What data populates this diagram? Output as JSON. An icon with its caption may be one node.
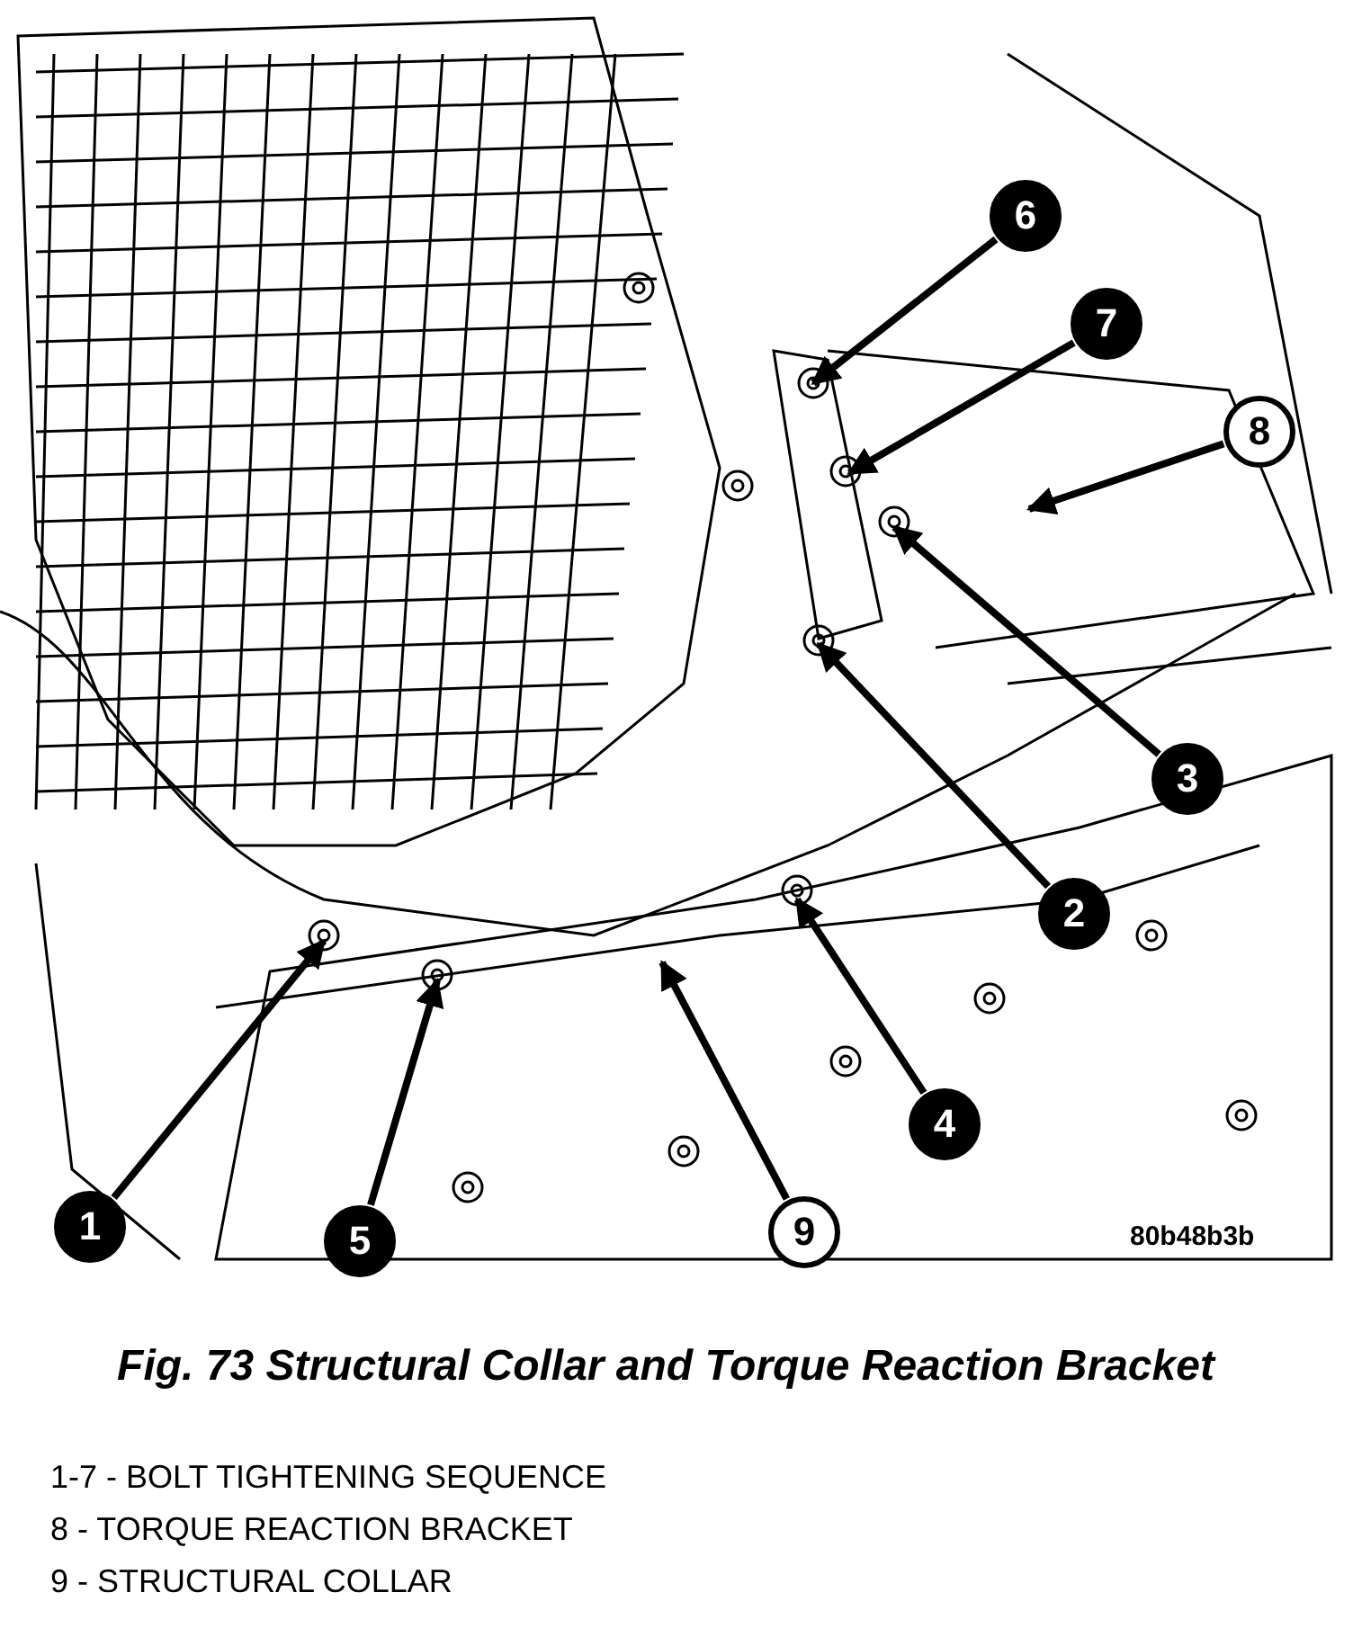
{
  "diagram": {
    "caption": "Fig. 73 Structural Collar and Torque Reaction Bracket",
    "nodes": [
      {
        "text": [
          "1"
        ]
      },
      {
        "text": [
          "2"
        ]
      },
      {
        "text": [
          "3"
        ]
      },
      {
        "text": [
          "4"
        ]
      },
      {
        "text": [
          "5"
        ]
      },
      {
        "text": [
          "6"
        ]
      },
      {
        "text": [
          "7"
        ]
      },
      {
        "text": [
          "8"
        ]
      },
      {
        "text": [
          "9"
        ]
      }
    ],
    "edges": [
      {
        "from": 0,
        "to": null,
        "arrow": "to"
      },
      {
        "from": 1,
        "to": null,
        "arrow": "to"
      },
      {
        "from": 2,
        "to": null,
        "arrow": "to"
      },
      {
        "from": 3,
        "to": null,
        "arrow": "to"
      },
      {
        "from": 4,
        "to": null,
        "arrow": "to"
      },
      {
        "from": 5,
        "to": null,
        "arrow": "to"
      },
      {
        "from": 6,
        "to": null,
        "arrow": "to"
      },
      {
        "from": 7,
        "to": null,
        "arrow": "to"
      },
      {
        "from": 8,
        "to": null,
        "arrow": "to"
      }
    ],
    "labels": [
      "80b48b3b",
      "1-7 - BOLT TIGHTENING SEQUENCE",
      "8 - TORQUE REACTION BRACKET",
      "9 - STRUCTURAL COLLAR"
    ]
  }
}
